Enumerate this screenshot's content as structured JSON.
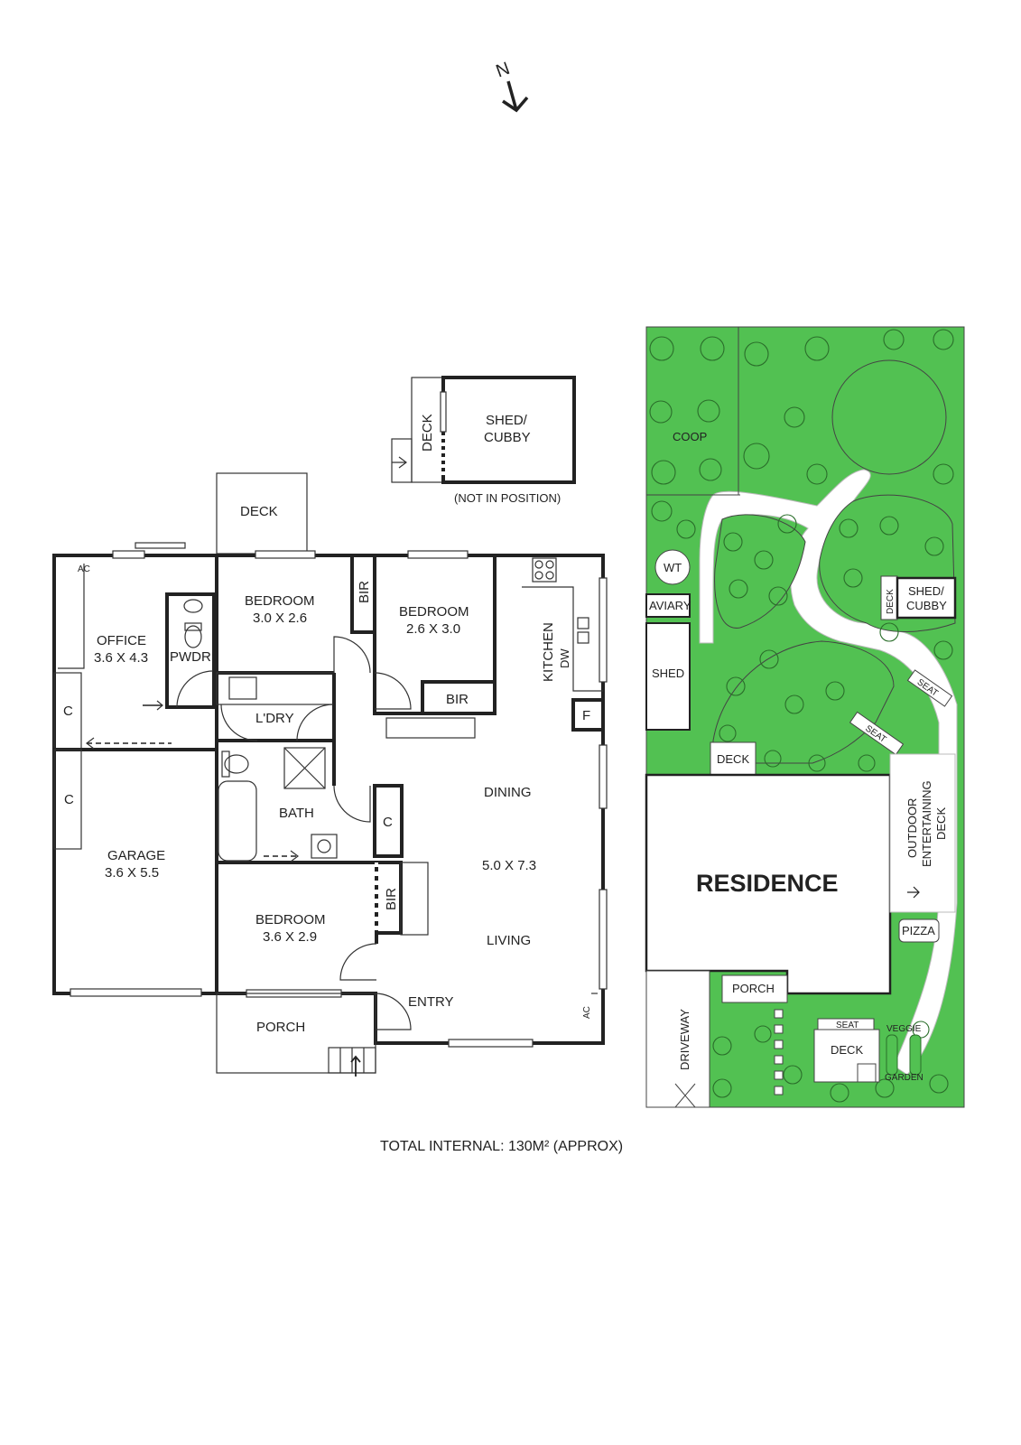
{
  "compass": {
    "label": "N"
  },
  "floor_plan": {
    "deck_top": "DECK",
    "shed": {
      "deck": "DECK",
      "name_line1": "SHED/",
      "name_line2": "CUBBY",
      "note": "(NOT IN POSITION)"
    },
    "office": {
      "name": "OFFICE",
      "size": "3.6 X 4.3",
      "ac": "AC",
      "cupboard": "C"
    },
    "pwdr": "PWDR",
    "garage": {
      "name": "GARAGE",
      "size": "3.6 X 5.5",
      "cupboard": "C"
    },
    "bedroom1": {
      "name": "BEDROOM",
      "size": "3.0 X 2.6"
    },
    "bir1": "BIR",
    "bedroom2": {
      "name": "BEDROOM",
      "size": "2.6 X 3.0"
    },
    "bir2": "BIR",
    "kitchen": {
      "name": "KITCHEN",
      "dw": "DW",
      "fridge": "F"
    },
    "laundry": "L'DRY",
    "bath": "BATH",
    "bath_cupboard": "C",
    "dining": "DINING",
    "living_size": "5.0 X 7.3",
    "living": "LIVING",
    "bedroom3": {
      "name": "BEDROOM",
      "size": "3.6 X 2.9"
    },
    "bir3": "BIR",
    "entry": "ENTRY",
    "ac_living": "AC",
    "porch": "PORCH"
  },
  "site_plan": {
    "coop": "COOP",
    "wt": "WT",
    "aviary": "AVIARY",
    "shed": "SHED",
    "deck_small": "DECK",
    "shed_cubby": {
      "deck": "DECK",
      "line1": "SHED/",
      "line2": "CUBBY"
    },
    "seat1": "SEAT",
    "seat2": "SEAT",
    "deck_left": "DECK",
    "outdoor_deck": {
      "line1": "OUTDOOR",
      "line2": "ENTERTAINING",
      "line3": "DECK"
    },
    "residence": "RESIDENCE",
    "pizza": "PIZZA",
    "porch": "PORCH",
    "driveway": "DRIVEWAY",
    "seat3": "SEAT",
    "deck_bottom": "DECK",
    "veggie": "VEGGIE",
    "garden": "GARDEN"
  },
  "footer": {
    "total": "TOTAL INTERNAL:  130M² (APPROX)"
  },
  "colors": {
    "grass": "#52c152",
    "wall": "#222222",
    "tree": "#2a6e2a"
  }
}
